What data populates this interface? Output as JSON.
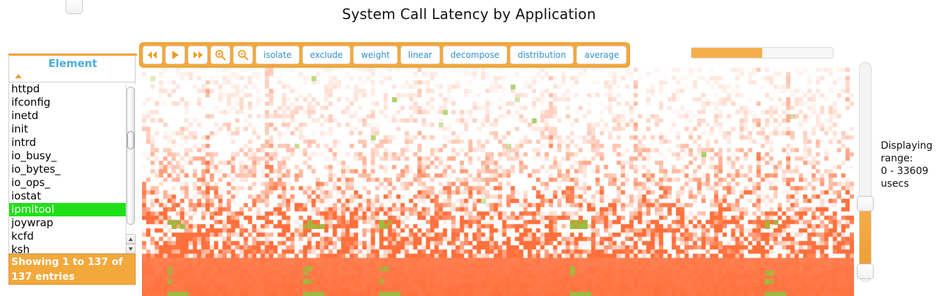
{
  "header": {
    "title": "System Call Latency by Application"
  },
  "element_panel": {
    "column_header": "Element",
    "sort_icon": "sort-ascending-triangle-icon",
    "items": [
      {
        "label": "httpd",
        "selected": false
      },
      {
        "label": "ifconfig",
        "selected": false
      },
      {
        "label": "inetd",
        "selected": false
      },
      {
        "label": "init",
        "selected": false
      },
      {
        "label": "intrd",
        "selected": false
      },
      {
        "label": "io_busy_",
        "selected": false
      },
      {
        "label": "io_bytes_",
        "selected": false
      },
      {
        "label": "io_ops_",
        "selected": false
      },
      {
        "label": "iostat",
        "selected": false
      },
      {
        "label": "ipmitool",
        "selected": true
      },
      {
        "label": "joywrap",
        "selected": false
      },
      {
        "label": "kcfd",
        "selected": false
      },
      {
        "label": "ksh",
        "selected": false
      }
    ],
    "footer": "Showing 1 to 137 of 137 entries",
    "scrollbar": {
      "up_arrow": "scroll-up-arrow-icon",
      "down_arrow": "scroll-down-arrow-icon"
    }
  },
  "toolbar": {
    "icon_buttons": [
      {
        "name": "rewind-icon",
        "glyph": "rewind"
      },
      {
        "name": "play-icon",
        "glyph": "play"
      },
      {
        "name": "fast-forward-icon",
        "glyph": "fast-forward"
      },
      {
        "name": "zoom-in-icon",
        "glyph": "zoom-in"
      },
      {
        "name": "zoom-out-icon",
        "glyph": "zoom-out"
      }
    ],
    "text_buttons": [
      {
        "label": "isolate"
      },
      {
        "label": "exclude"
      },
      {
        "label": "weight"
      },
      {
        "label": "linear"
      },
      {
        "label": "decompose"
      },
      {
        "label": "distribution"
      },
      {
        "label": "average"
      }
    ]
  },
  "top_slider": {
    "name": "time-range-slider",
    "fill_percent": 50
  },
  "vertical_slider": {
    "name": "latency-range-slider",
    "upper_handle_percent": 61,
    "lower_handle_percent": 92
  },
  "range_readout": {
    "line1": "Displaying",
    "line2": "range:",
    "line3": "0 - 33609",
    "line4": "usecs"
  },
  "colors": {
    "accent_orange": "#f3a83c",
    "link_blue": "#2e8fd6",
    "selection_green": "#1fe016",
    "heat_low": "#ffffff",
    "heat_high": "#f4703c",
    "heat_highlight": "#8fc63d"
  },
  "chart_data": {
    "type": "heatmap",
    "title": "System Call Latency by Application",
    "xlabel": "",
    "ylabel": "",
    "value_unit": "usecs",
    "value_range": [
      0,
      33609
    ],
    "cols": 168,
    "rows": 54,
    "colormap": [
      "#ffffff",
      "#f4703c"
    ],
    "highlight_color": "#8fc63d",
    "description": "Density heatmap: latency (y, increasing downward to 33609 usecs) vs time (x). Low rows are sparse/light, bottom rows are saturated orange. Periodic green highlight clusters mark the selected element 'ipmitool'.",
    "row_intensity": [
      0.06,
      0.07,
      0.08,
      0.08,
      0.09,
      0.1,
      0.1,
      0.11,
      0.12,
      0.12,
      0.13,
      0.14,
      0.15,
      0.15,
      0.16,
      0.17,
      0.18,
      0.19,
      0.2,
      0.21,
      0.22,
      0.24,
      0.25,
      0.27,
      0.29,
      0.31,
      0.33,
      0.35,
      0.38,
      0.41,
      0.44,
      0.47,
      0.5,
      0.54,
      0.58,
      0.62,
      0.66,
      0.7,
      0.74,
      0.78,
      0.81,
      0.84,
      0.87,
      0.9,
      0.92,
      0.94,
      0.95,
      0.96,
      0.97,
      0.98,
      0.98,
      0.99,
      0.99,
      1.0
    ],
    "highlight_columns": [
      6,
      38,
      56,
      101,
      147
    ],
    "highlight_rows": [
      36,
      37,
      47,
      48,
      50,
      53
    ]
  }
}
